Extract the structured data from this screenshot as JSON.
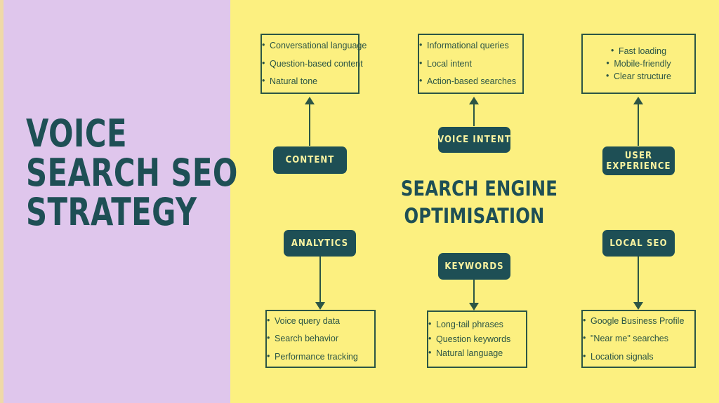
{
  "colors": {
    "background_yellow": "#FCF080",
    "panel_lavender": "#DFC6EC",
    "edge_cream": "#EFD9A8",
    "dark_teal": "#1E4F55",
    "border_green": "#2C5545",
    "pill_text": "#FAF3A0"
  },
  "title": {
    "lines": [
      "Voice",
      "Search SEO",
      "Strategy"
    ]
  },
  "center_heading": {
    "lines": [
      "Search Engine",
      "Optimisation"
    ]
  },
  "nodes": [
    {
      "id": "content",
      "pill_label": "Content",
      "pill_lines": [
        "Content"
      ],
      "arrow_direction": "up",
      "bullets": [
        "Conversational language",
        "Question-based content",
        "Natural tone"
      ],
      "bullet_align": "left"
    },
    {
      "id": "voice-intent",
      "pill_label": "Voice Intent",
      "pill_lines": [
        "Voice Intent"
      ],
      "arrow_direction": "up",
      "bullets": [
        "Informational queries",
        "Local intent",
        "Action-based searches"
      ],
      "bullet_align": "left"
    },
    {
      "id": "user-experience",
      "pill_label": "User Experience",
      "pill_lines": [
        "User",
        "Experience"
      ],
      "arrow_direction": "up",
      "bullets": [
        "Fast loading",
        "Mobile-friendly",
        "Clear structure"
      ],
      "bullet_align": "center"
    },
    {
      "id": "analytics",
      "pill_label": "Analytics",
      "pill_lines": [
        "Analytics"
      ],
      "arrow_direction": "down",
      "bullets": [
        "Voice query data",
        "Search behavior",
        "Performance tracking"
      ],
      "bullet_align": "left"
    },
    {
      "id": "keywords",
      "pill_label": "Keywords",
      "pill_lines": [
        "Keywords"
      ],
      "arrow_direction": "down",
      "bullets": [
        "Long-tail phrases",
        "Question keywords",
        "Natural language"
      ],
      "bullet_align": "left"
    },
    {
      "id": "local-seo",
      "pill_label": "Local SEO",
      "pill_lines": [
        "Local SEO"
      ],
      "arrow_direction": "down",
      "bullets": [
        "Google Business Profile",
        "\"Near me\" searches",
        "Location signals"
      ],
      "bullet_align": "left"
    }
  ]
}
